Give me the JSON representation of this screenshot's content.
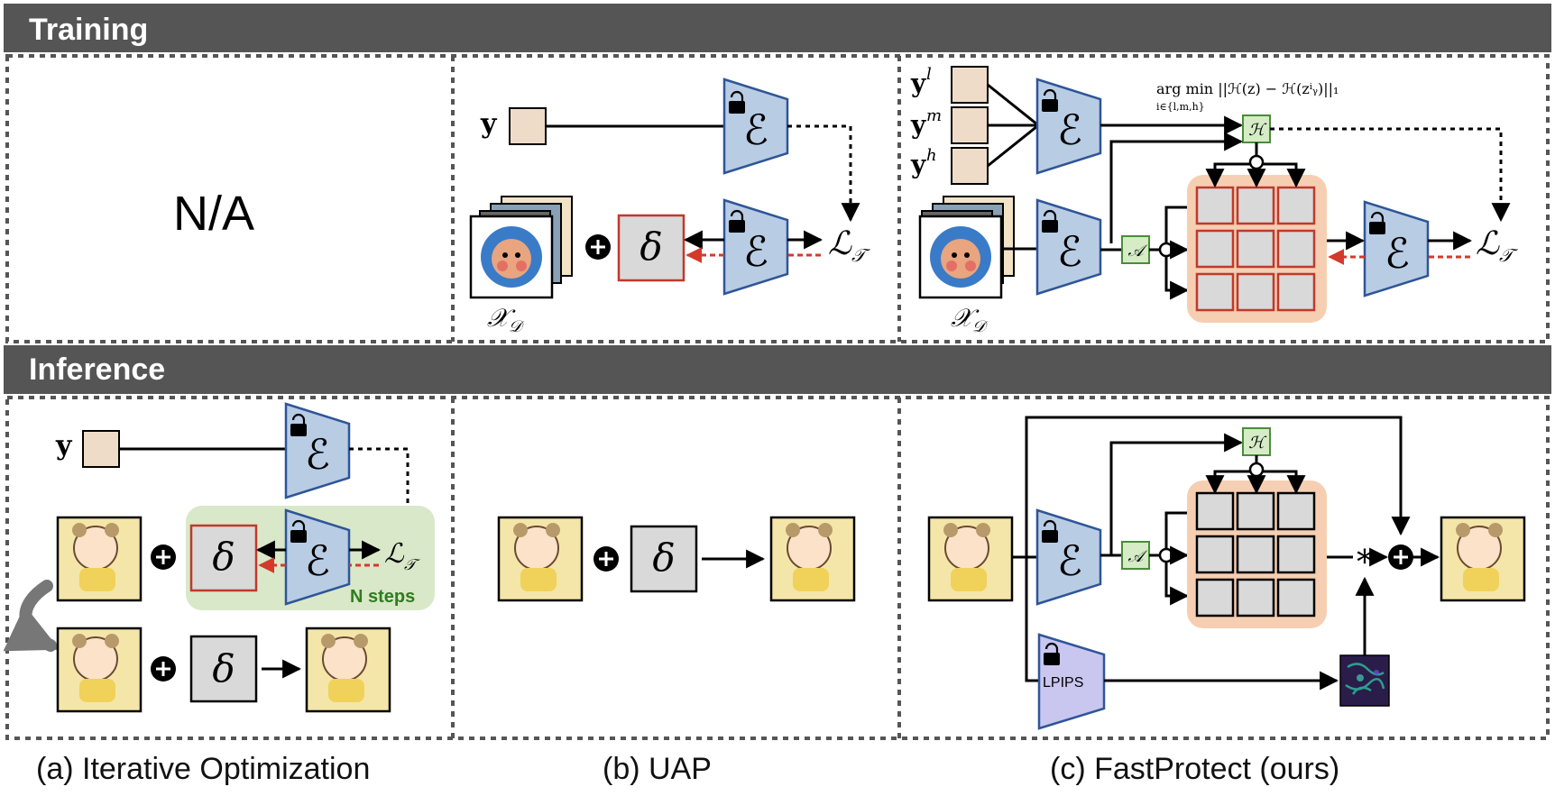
{
  "sections": {
    "training_label": "Training",
    "inference_label": "Inference"
  },
  "columns": {
    "a_caption": "(a) Iterative Optimization",
    "b_caption": "(b) UAP",
    "c_caption": "(c) FastProtect (ours)"
  },
  "training": {
    "a_placeholder": "N/A"
  },
  "symbols": {
    "y": "y",
    "y_l": "l",
    "y_m": "m",
    "y_h": "h",
    "encoder": "ℰ",
    "delta": "δ",
    "loss": "ℒ",
    "loss_sub": "𝒯",
    "dataset": "𝒳",
    "dataset_sub": "𝒟",
    "hyper": "ℋ",
    "adapter": "𝒜",
    "multiply": "*"
  },
  "labels": {
    "n_steps": "N steps",
    "lpips": "LPIPS",
    "argmin_main": "arg min ||ℋ(z) − ℋ(zⁱᵧ)||₁",
    "argmin_sub": "i∈{l,m,h}"
  },
  "colors": {
    "bar": "#555555",
    "encoder_fill": "#b8cce4",
    "encoder_stroke": "#2f5597",
    "lpips_fill": "#c9c6f0",
    "y_fill": "#eedcc8",
    "delta_fill": "#d9d9d9",
    "delta_stroke": "#c0392b",
    "grid_bg": "#f6cfb2",
    "small_box_fill": "#d5ecc7",
    "small_box_stroke": "#4a8c3a",
    "nsteps_bg": "#d9e8c8",
    "red_arrow": "#d33a2c"
  }
}
